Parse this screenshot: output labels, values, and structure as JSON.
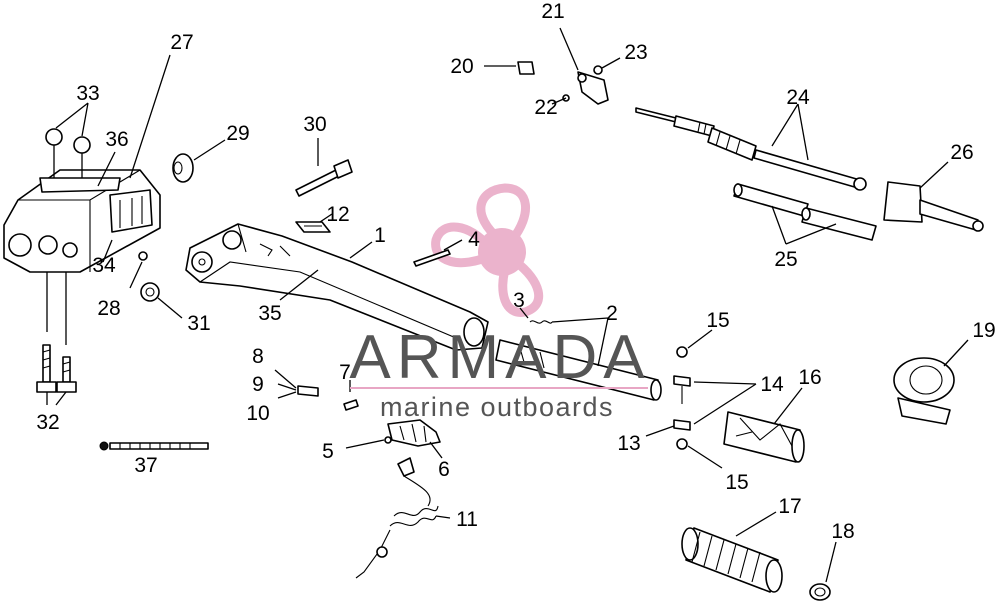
{
  "watermark": {
    "brand": "ARMADA",
    "tagline": "marine outboards",
    "logo_color": "#e8a6c4",
    "text_color": "#555555"
  },
  "callouts": {
    "c1": "1",
    "c2": "2",
    "c3": "3",
    "c4": "4",
    "c5": "5",
    "c6": "6",
    "c7": "7",
    "c8": "8",
    "c9": "9",
    "c10": "10",
    "c11": "11",
    "c12": "12",
    "c13": "13",
    "c14": "14",
    "c15a": "15",
    "c15b": "15",
    "c16": "16",
    "c17": "17",
    "c18": "18",
    "c19": "19",
    "c20": "20",
    "c21": "21",
    "c22": "22",
    "c23": "23",
    "c24": "24",
    "c25": "25",
    "c26": "26",
    "c27": "27",
    "c28": "28",
    "c29": "29",
    "c30": "30",
    "c31": "31",
    "c32": "32",
    "c33": "33",
    "c34": "34",
    "c35": "35",
    "c36": "36",
    "c37": "37"
  }
}
